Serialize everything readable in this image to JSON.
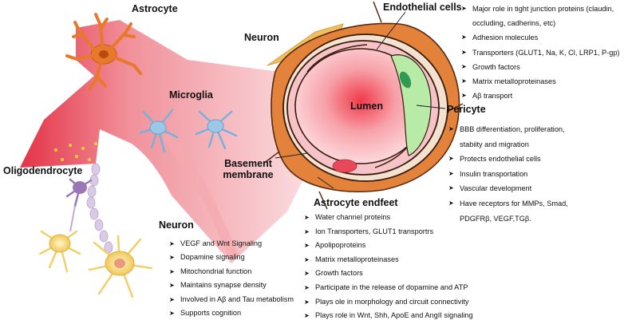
{
  "labels": {
    "astrocyte": "Astrocyte",
    "microglia": "Microglia",
    "oligodendrocyte": "Oligodendrocyte",
    "neuron_top": "Neuron",
    "neuron_bottom": "Neuron",
    "endothelial": "Endothelial cells",
    "lumen": "Lumen",
    "pericyte": "Pericyte",
    "basement": "Basement membrane",
    "endfeet": "Astrocyte endfeet"
  },
  "lists": {
    "endothelial": [
      "Major role in tight junction proteins (claudin,",
      "occluding, cadherins, etc)",
      "Adhesion molecules",
      "Transporters (GLUT1, Na, K, Cl, LRP1, P-gp)",
      "Growth factors",
      "Matrix metalloproteinases",
      "Aβ transport"
    ],
    "pericyte": [
      "BBB differentiation, proliferation,",
      "stabiity and migration",
      "Protects endothelial cells",
      "Insulin transportation",
      "Vascular development",
      "Have receptors for MMPs, Smad,",
      "PDGFRβ, VEGF,TGβ."
    ],
    "endfeet": [
      "Water channel proteins",
      "Ion Transporters, GLUT1 transportrs",
      "Apolipoproteins",
      "Matrix metalloproteinases",
      "Growth factors",
      "Participate in the release of dopamine and ATP",
      "Plays ole in morphology and circuit connectivity",
      "Plays role in Wnt, Shh, ApoE and AngII signaling"
    ],
    "neuron": [
      "VEGF and Wnt Signaling",
      "Dopamine signaling",
      "Mitochondrial function",
      "Maintains synapse density",
      "Involved in Aβ and Tau metabolism",
      "Supports cognition"
    ]
  },
  "colors": {
    "vessel": "#e8394a",
    "vessel_light": "#f6c5c9",
    "astrocyte": "#e8782a",
    "endfoot": "#e3823a",
    "neuron_tan": "#f0c060",
    "pericyte": "#b8eaa8",
    "microglia": "#9cc8e8",
    "oligo": "#9a78b8"
  }
}
